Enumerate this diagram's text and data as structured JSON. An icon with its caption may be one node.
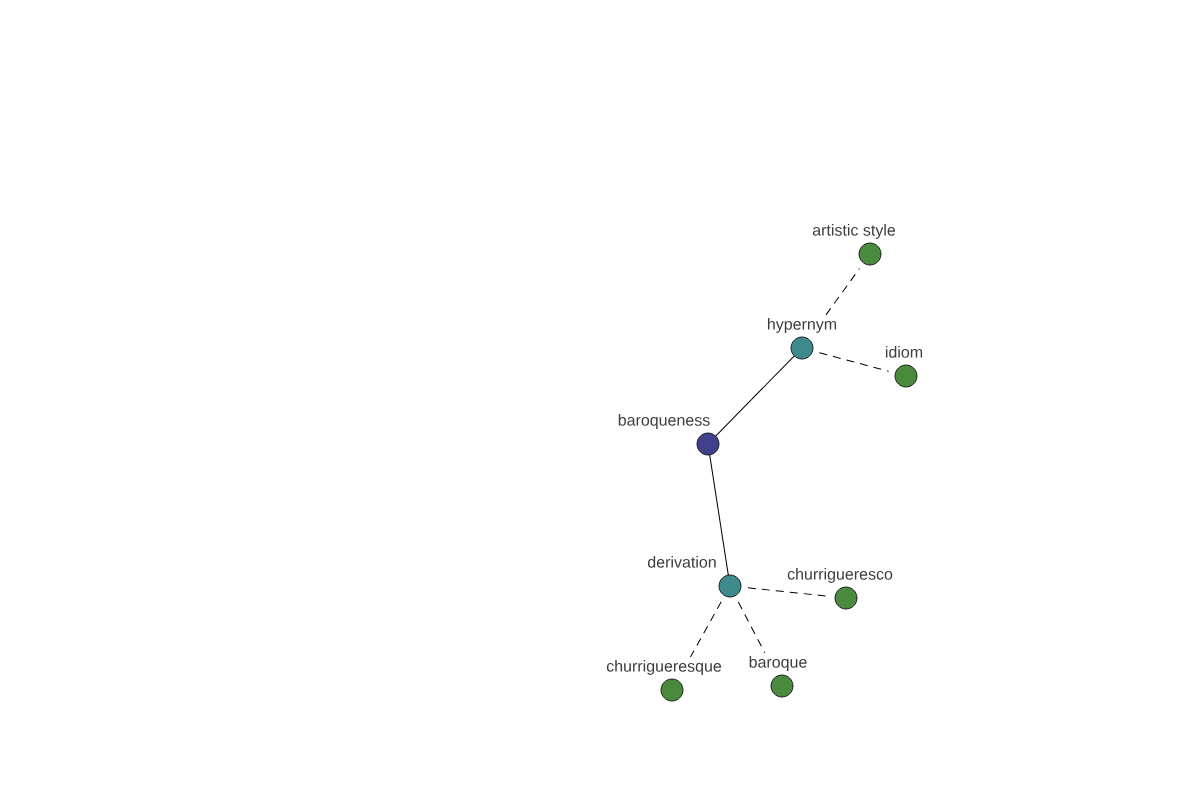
{
  "diagram": {
    "nodes": [
      {
        "text": [
          "artistic style"
        ]
      },
      {
        "text": [
          "hypernym"
        ]
      },
      {
        "text": [
          "idiom"
        ]
      },
      {
        "text": [
          "baroqueness"
        ]
      },
      {
        "text": [
          "derivation"
        ]
      },
      {
        "text": [
          "churrigueresco"
        ]
      },
      {
        "text": [
          "churrigueresque"
        ]
      },
      {
        "text": [
          "baroque"
        ]
      }
    ],
    "edges": [
      {
        "from": 1,
        "to": 0,
        "arrow": "none",
        "style": "dashed"
      },
      {
        "from": 1,
        "to": 2,
        "arrow": "none",
        "style": "dashed"
      },
      {
        "from": 3,
        "to": 1,
        "arrow": "none"
      },
      {
        "from": 3,
        "to": 4,
        "arrow": "none"
      },
      {
        "from": 4,
        "to": 5,
        "arrow": "none",
        "style": "dashed"
      },
      {
        "from": 4,
        "to": 6,
        "arrow": "none",
        "style": "dashed"
      },
      {
        "from": 4,
        "to": 7,
        "arrow": "none",
        "style": "dashed"
      }
    ]
  }
}
